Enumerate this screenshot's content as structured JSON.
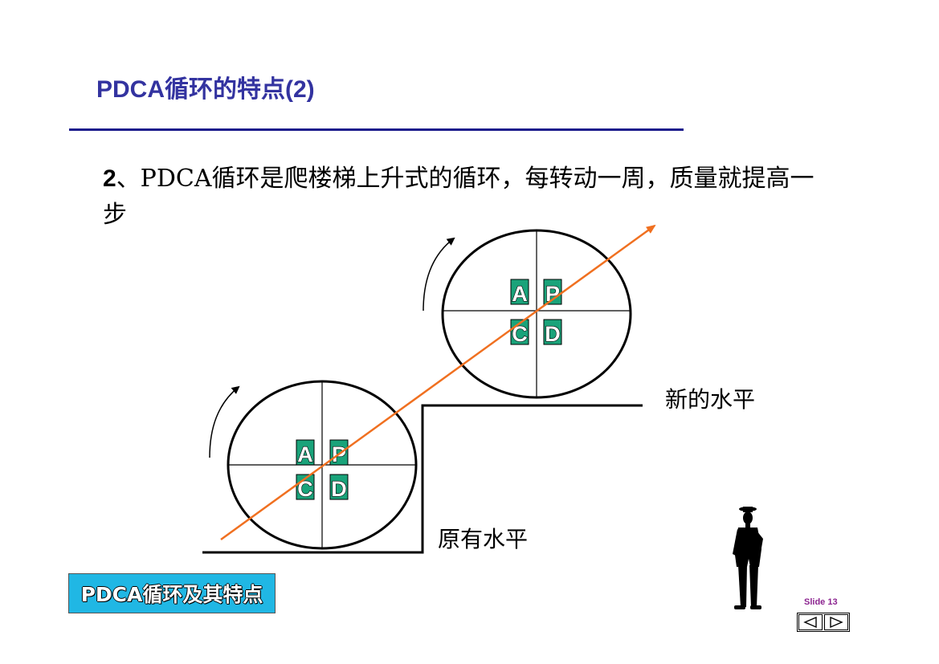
{
  "slide": {
    "title": "PDCA循环的特点(2)",
    "point_number": "2",
    "point_text": "、PDCA循环是爬楼梯上升式的循环，每转动一周，质量就提高一步",
    "topic_button": "PDCA循环及其特点",
    "slide_label": "Slide 13"
  },
  "diagram": {
    "lower_level_label": "原有水平",
    "new_level_label": "新的水平",
    "wheels": [
      {
        "quadrants": {
          "top_left": "A",
          "top_right": "P",
          "bottom_left": "C",
          "bottom_right": "D"
        }
      },
      {
        "quadrants": {
          "top_left": "A",
          "top_right": "P",
          "bottom_left": "C",
          "bottom_right": "D"
        }
      }
    ]
  },
  "nav": {
    "prev_icon": "triangle-left-icon",
    "next_icon": "triangle-right-icon"
  },
  "colors": {
    "title": "#3333a0",
    "rule": "#1c1c8c",
    "cell_fill": "#1aa37a",
    "arrow": "#f07020",
    "button_bg": "#20b7e4",
    "slide_label": "#8c2490"
  }
}
